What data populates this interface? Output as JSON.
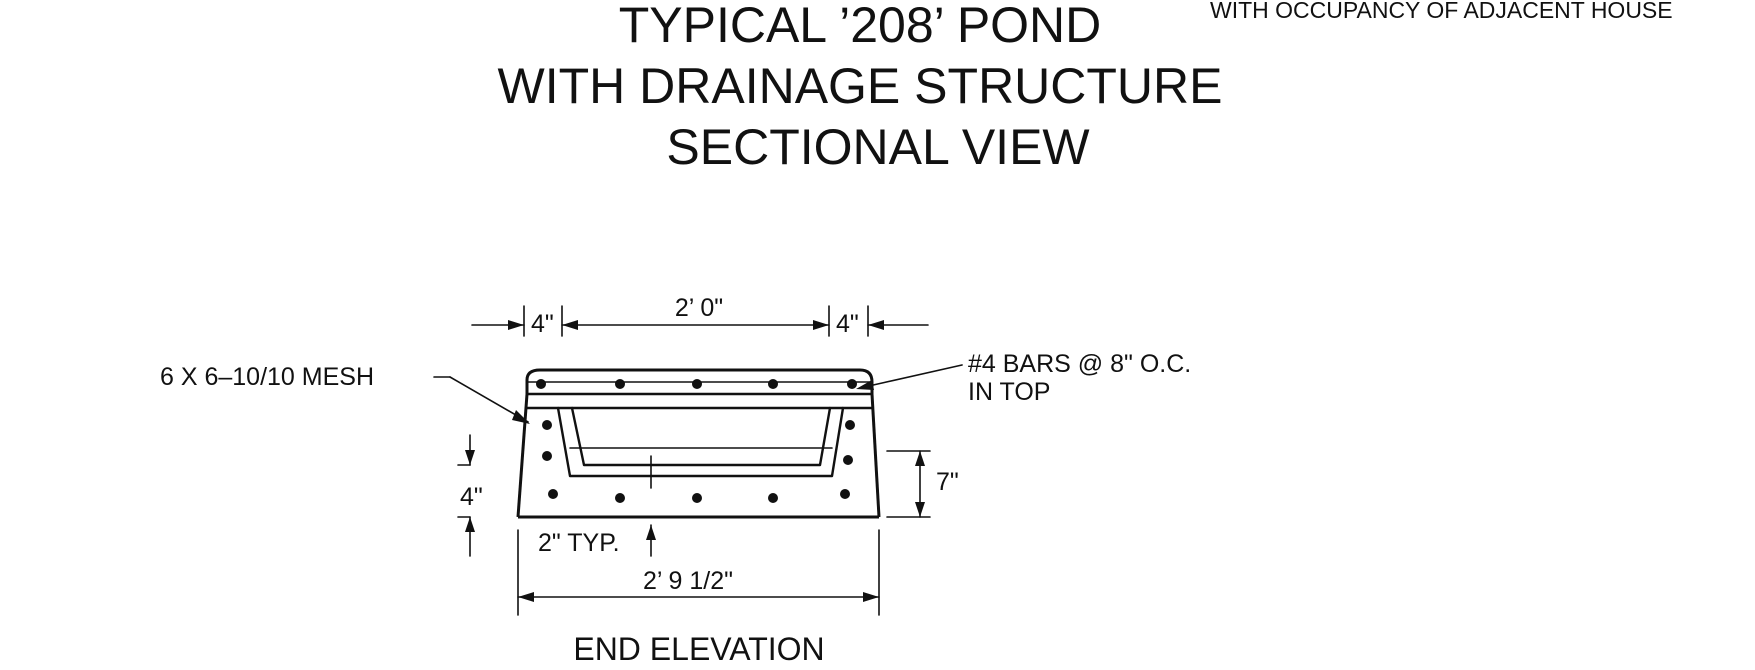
{
  "title": {
    "line1": "TYPICAL ’208’ POND",
    "line2": "WITH DRAINAGE STRUCTURE",
    "line3": "SECTIONAL VIEW"
  },
  "top_note": "WITH OCCUPANCY OF ADJACENT HOUSE",
  "callouts": {
    "mesh": "6 X 6–10/10 MESH",
    "bars_line1": "#4 BARS @ 8\" O.C.",
    "bars_line2": "IN TOP"
  },
  "dimensions": {
    "top_left": "4\"",
    "top_center": "2’ 0\"",
    "top_right": "4\"",
    "left_height": "4\"",
    "right_height": "7\"",
    "cover": "2\" TYP.",
    "bottom_width": "2’ 9 1/2\""
  },
  "caption": "END ELEVATION"
}
